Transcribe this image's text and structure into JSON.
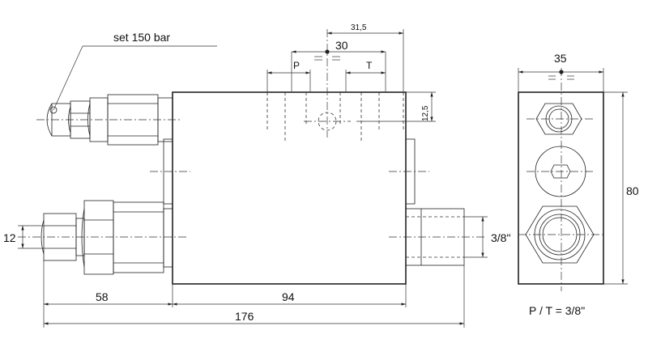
{
  "labels": {
    "setting": "set 150 bar",
    "dim_31_5": "31,5",
    "dim_30": "30",
    "port_p": "P",
    "port_t": "T",
    "dim_12_5": "12,5",
    "dim_12": "12",
    "dim_58": "58",
    "dim_94": "94",
    "dim_176": "176",
    "dim_3_8": "3/8\"",
    "dim_35": "35",
    "dim_80": "80",
    "port_note": "P / T = 3/8\""
  }
}
